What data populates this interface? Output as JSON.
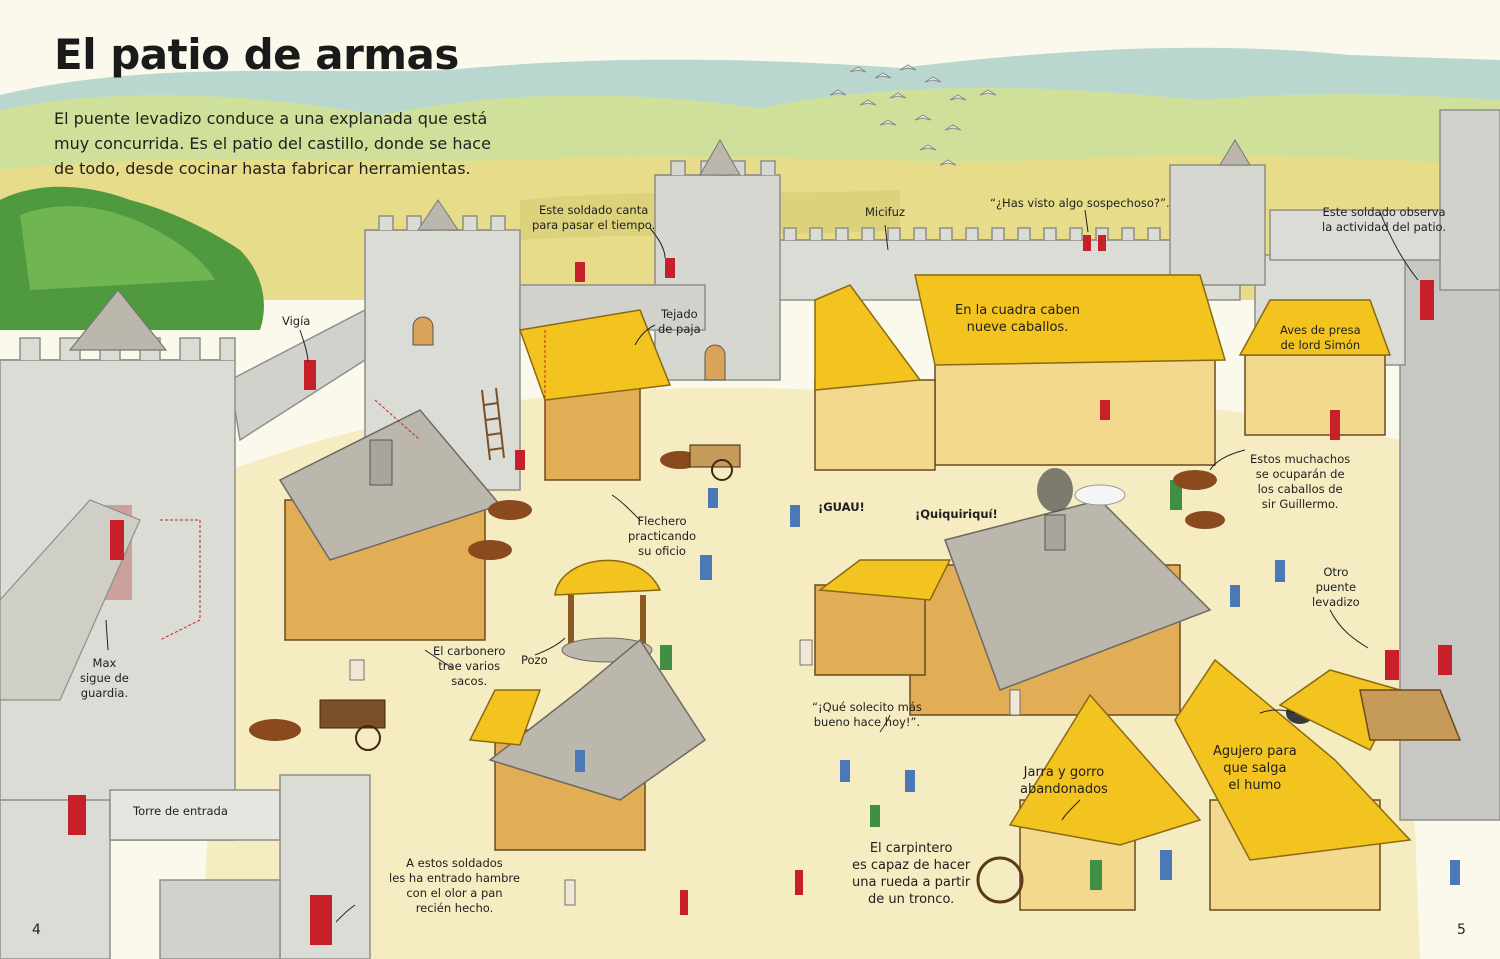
{
  "page": {
    "title": "El patio de armas",
    "intro": [
      "El puente levadizo conduce a una explanada que está",
      "muy concurrida. Es el patio del castillo, donde se hace",
      "de todo, desde cocinar hasta fabricar herramientas."
    ],
    "page_left": "4",
    "page_right": "5"
  },
  "labels": {
    "soldado_canta": [
      "Este soldado canta",
      "para pasar el tiempo."
    ],
    "micifuz": [
      "Micifuz"
    ],
    "sospechoso": [
      "“¿Has visto algo sospechoso?”."
    ],
    "soldado_observa": [
      "Este soldado observa",
      "la actividad del patio."
    ],
    "vigia": [
      "Vigía"
    ],
    "tejado_paja": [
      "Tejado",
      "de paja"
    ],
    "cuadra": [
      "En la cuadra caben",
      "nueve caballos."
    ],
    "aves_presa": [
      "Aves de presa",
      "de lord Simón"
    ],
    "muchachos": [
      "Estos muchachos",
      "se ocuparán de",
      "los caballos de",
      "sir Guillermo."
    ],
    "guau": [
      "¡GUAU!"
    ],
    "quiquiriqui": [
      "¡Quiquiriquí!"
    ],
    "flechero": [
      "Flechero",
      "practicando",
      "su oficio"
    ],
    "otro_puente": [
      "Otro",
      "puente",
      "levadizo"
    ],
    "carbonero": [
      "El carbonero",
      "trae varios",
      "sacos."
    ],
    "pozo": [
      "Pozo"
    ],
    "max": [
      "Max",
      "sigue de",
      "guardia."
    ],
    "solecito": [
      "“¡Qué solecito más",
      "bueno hace hoy!”."
    ],
    "agujero": [
      "Agujero para",
      "que salga",
      "el humo"
    ],
    "jarra": [
      "Jarra y gorro",
      "abandonados"
    ],
    "torre_entrada": [
      "Torre de entrada"
    ],
    "soldados_hambre": [
      "A estos soldados",
      "les ha entrado hambre",
      "con el olor a pan",
      "recién hecho."
    ],
    "carpintero": [
      "El carpintero",
      "es capaz de hacer",
      "una rueda a partir",
      "de un tronco."
    ]
  },
  "colors": {
    "sky": "#fbf9ec",
    "hills_far": "#b9d7cf",
    "hills_near": "#cfe09a",
    "fields": "#e6dc8a",
    "wall_stone": "#dcdcd6",
    "wall_shadow": "#b9bab5",
    "courtyard": "#f6ecc2",
    "thatch": "#f3c320",
    "timber": "#e2ae55",
    "roof_slate": "#bcb7ad",
    "leader_line": "#222222",
    "outline_red": "#c8202a"
  }
}
